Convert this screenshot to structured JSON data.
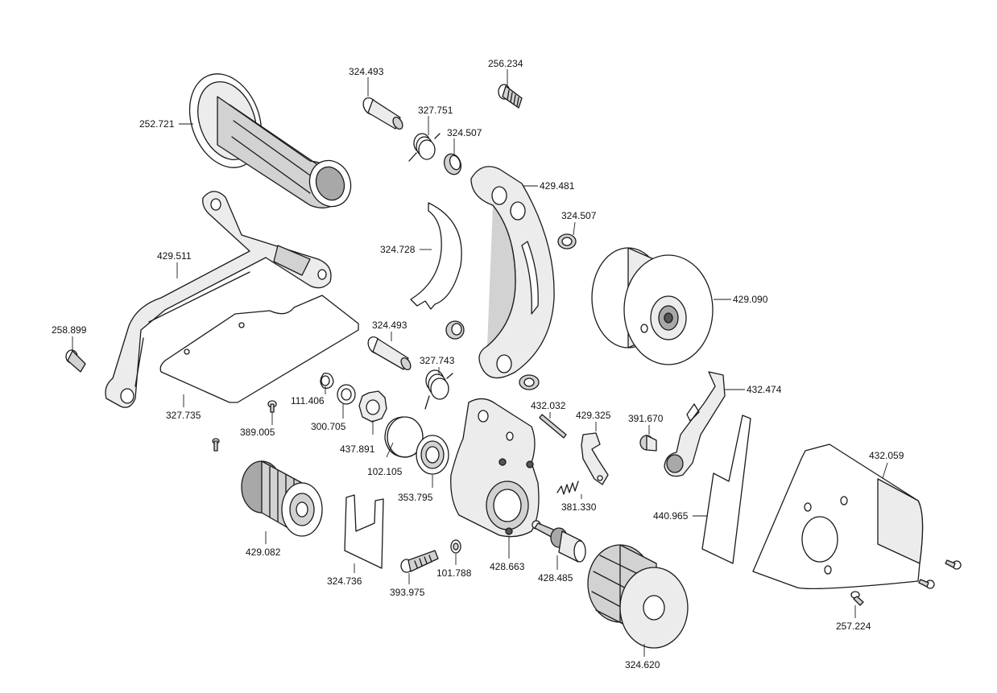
{
  "parts": [
    {
      "id": "p-324-493-top",
      "number": "324.493"
    },
    {
      "id": "p-256-234",
      "number": "256.234"
    },
    {
      "id": "p-327-751",
      "number": "327.751"
    },
    {
      "id": "p-252-721",
      "number": "252.721"
    },
    {
      "id": "p-324-507-top",
      "number": "324.507"
    },
    {
      "id": "p-429-481",
      "number": "429.481"
    },
    {
      "id": "p-324-507-mid",
      "number": "324.507"
    },
    {
      "id": "p-324-728",
      "number": "324.728"
    },
    {
      "id": "p-429-511",
      "number": "429.511"
    },
    {
      "id": "p-429-090",
      "number": "429.090"
    },
    {
      "id": "p-258-899",
      "number": "258.899"
    },
    {
      "id": "p-324-493-mid",
      "number": "324.493"
    },
    {
      "id": "p-327-743",
      "number": "327.743"
    },
    {
      "id": "p-111-406",
      "number": "111.406"
    },
    {
      "id": "p-432-474",
      "number": "432.474"
    },
    {
      "id": "p-327-735",
      "number": "327.735"
    },
    {
      "id": "p-300-705",
      "number": "300.705"
    },
    {
      "id": "p-432-032",
      "number": "432.032"
    },
    {
      "id": "p-429-325",
      "number": "429.325"
    },
    {
      "id": "p-391-670",
      "number": "391.670"
    },
    {
      "id": "p-389-005",
      "number": "389.005"
    },
    {
      "id": "p-437-891",
      "number": "437.891"
    },
    {
      "id": "p-432-059",
      "number": "432.059"
    },
    {
      "id": "p-102-105",
      "number": "102.105"
    },
    {
      "id": "p-353-795",
      "number": "353.795"
    },
    {
      "id": "p-381-330",
      "number": "381.330"
    },
    {
      "id": "p-440-965",
      "number": "440.965"
    },
    {
      "id": "p-429-082",
      "number": "429.082"
    },
    {
      "id": "p-101-788",
      "number": "101.788"
    },
    {
      "id": "p-428-663",
      "number": "428.663"
    },
    {
      "id": "p-428-485",
      "number": "428.485"
    },
    {
      "id": "p-324-736",
      "number": "324.736"
    },
    {
      "id": "p-393-975",
      "number": "393.975"
    },
    {
      "id": "p-257-224",
      "number": "257.224"
    },
    {
      "id": "p-324-620",
      "number": "324.620"
    }
  ]
}
